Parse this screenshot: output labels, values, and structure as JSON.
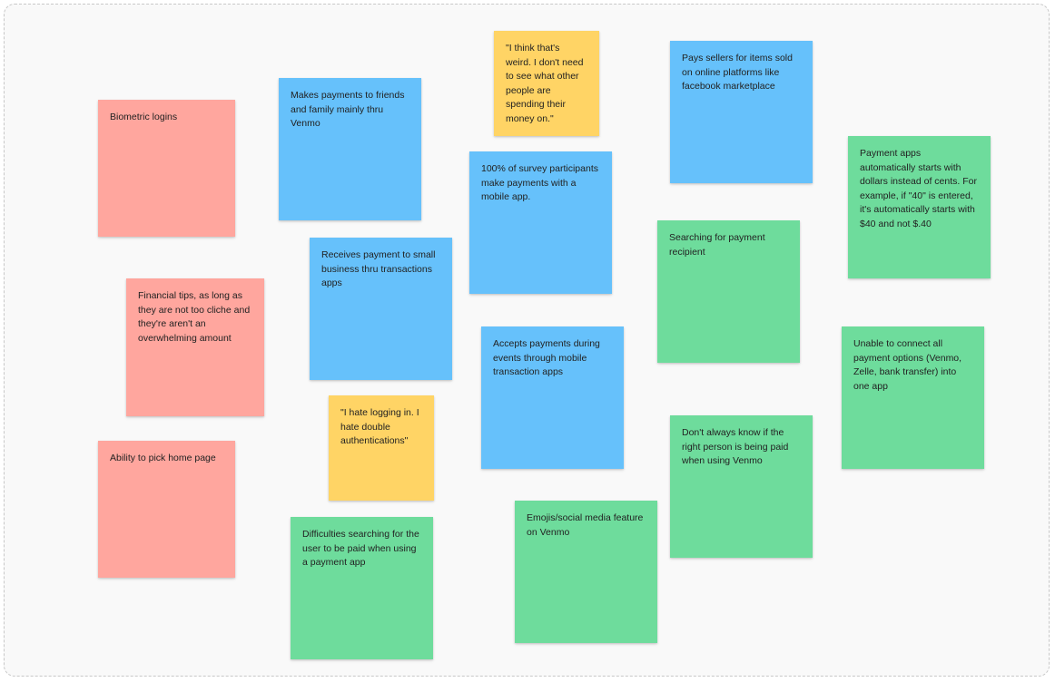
{
  "colors": {
    "red": "#ffa69e",
    "blue": "#66c1fb",
    "yellow": "#ffd465",
    "green": "#6edc9c",
    "board": "#f9f9f9"
  },
  "notes": {
    "biometric": "Biometric logins",
    "financial_tips": "Financial tips, as long as they are not too cliche and they're aren't an overwhelming amount",
    "pick_home_page": "Ability to pick home page",
    "payments_friends": "Makes payments to friends and family mainly thru Venmo",
    "receives_small_business": "Receives payment to small business thru transactions apps",
    "quote_logging": "\"I hate logging in. I hate double authentications\"",
    "difficulties_searching": "Difficulties searching for the user to be paid when using a payment app",
    "quote_weird": "\"I think that's weird. I don't need to see what other people are spending their money on.\"",
    "survey_participants": "100% of survey participants make payments with a mobile app.",
    "accepts_events": "Accepts payments during events through mobile transaction apps",
    "emojis_social": "Emojis/social media feature on Venmo",
    "pays_sellers": "Pays sellers for items sold on online platforms like facebook marketplace",
    "searching_recipient": "Searching for payment recipient",
    "right_person": "Don't always know if the right person is being paid when using Venmo",
    "dollars_cents": "Payment apps automatically starts with dollars instead of cents. For example, if \"40\" is entered, it's automatically starts with $40 and not $.40",
    "unable_connect": "Unable to connect all payment options (Venmo, Zelle, bank transfer)  into one app"
  }
}
